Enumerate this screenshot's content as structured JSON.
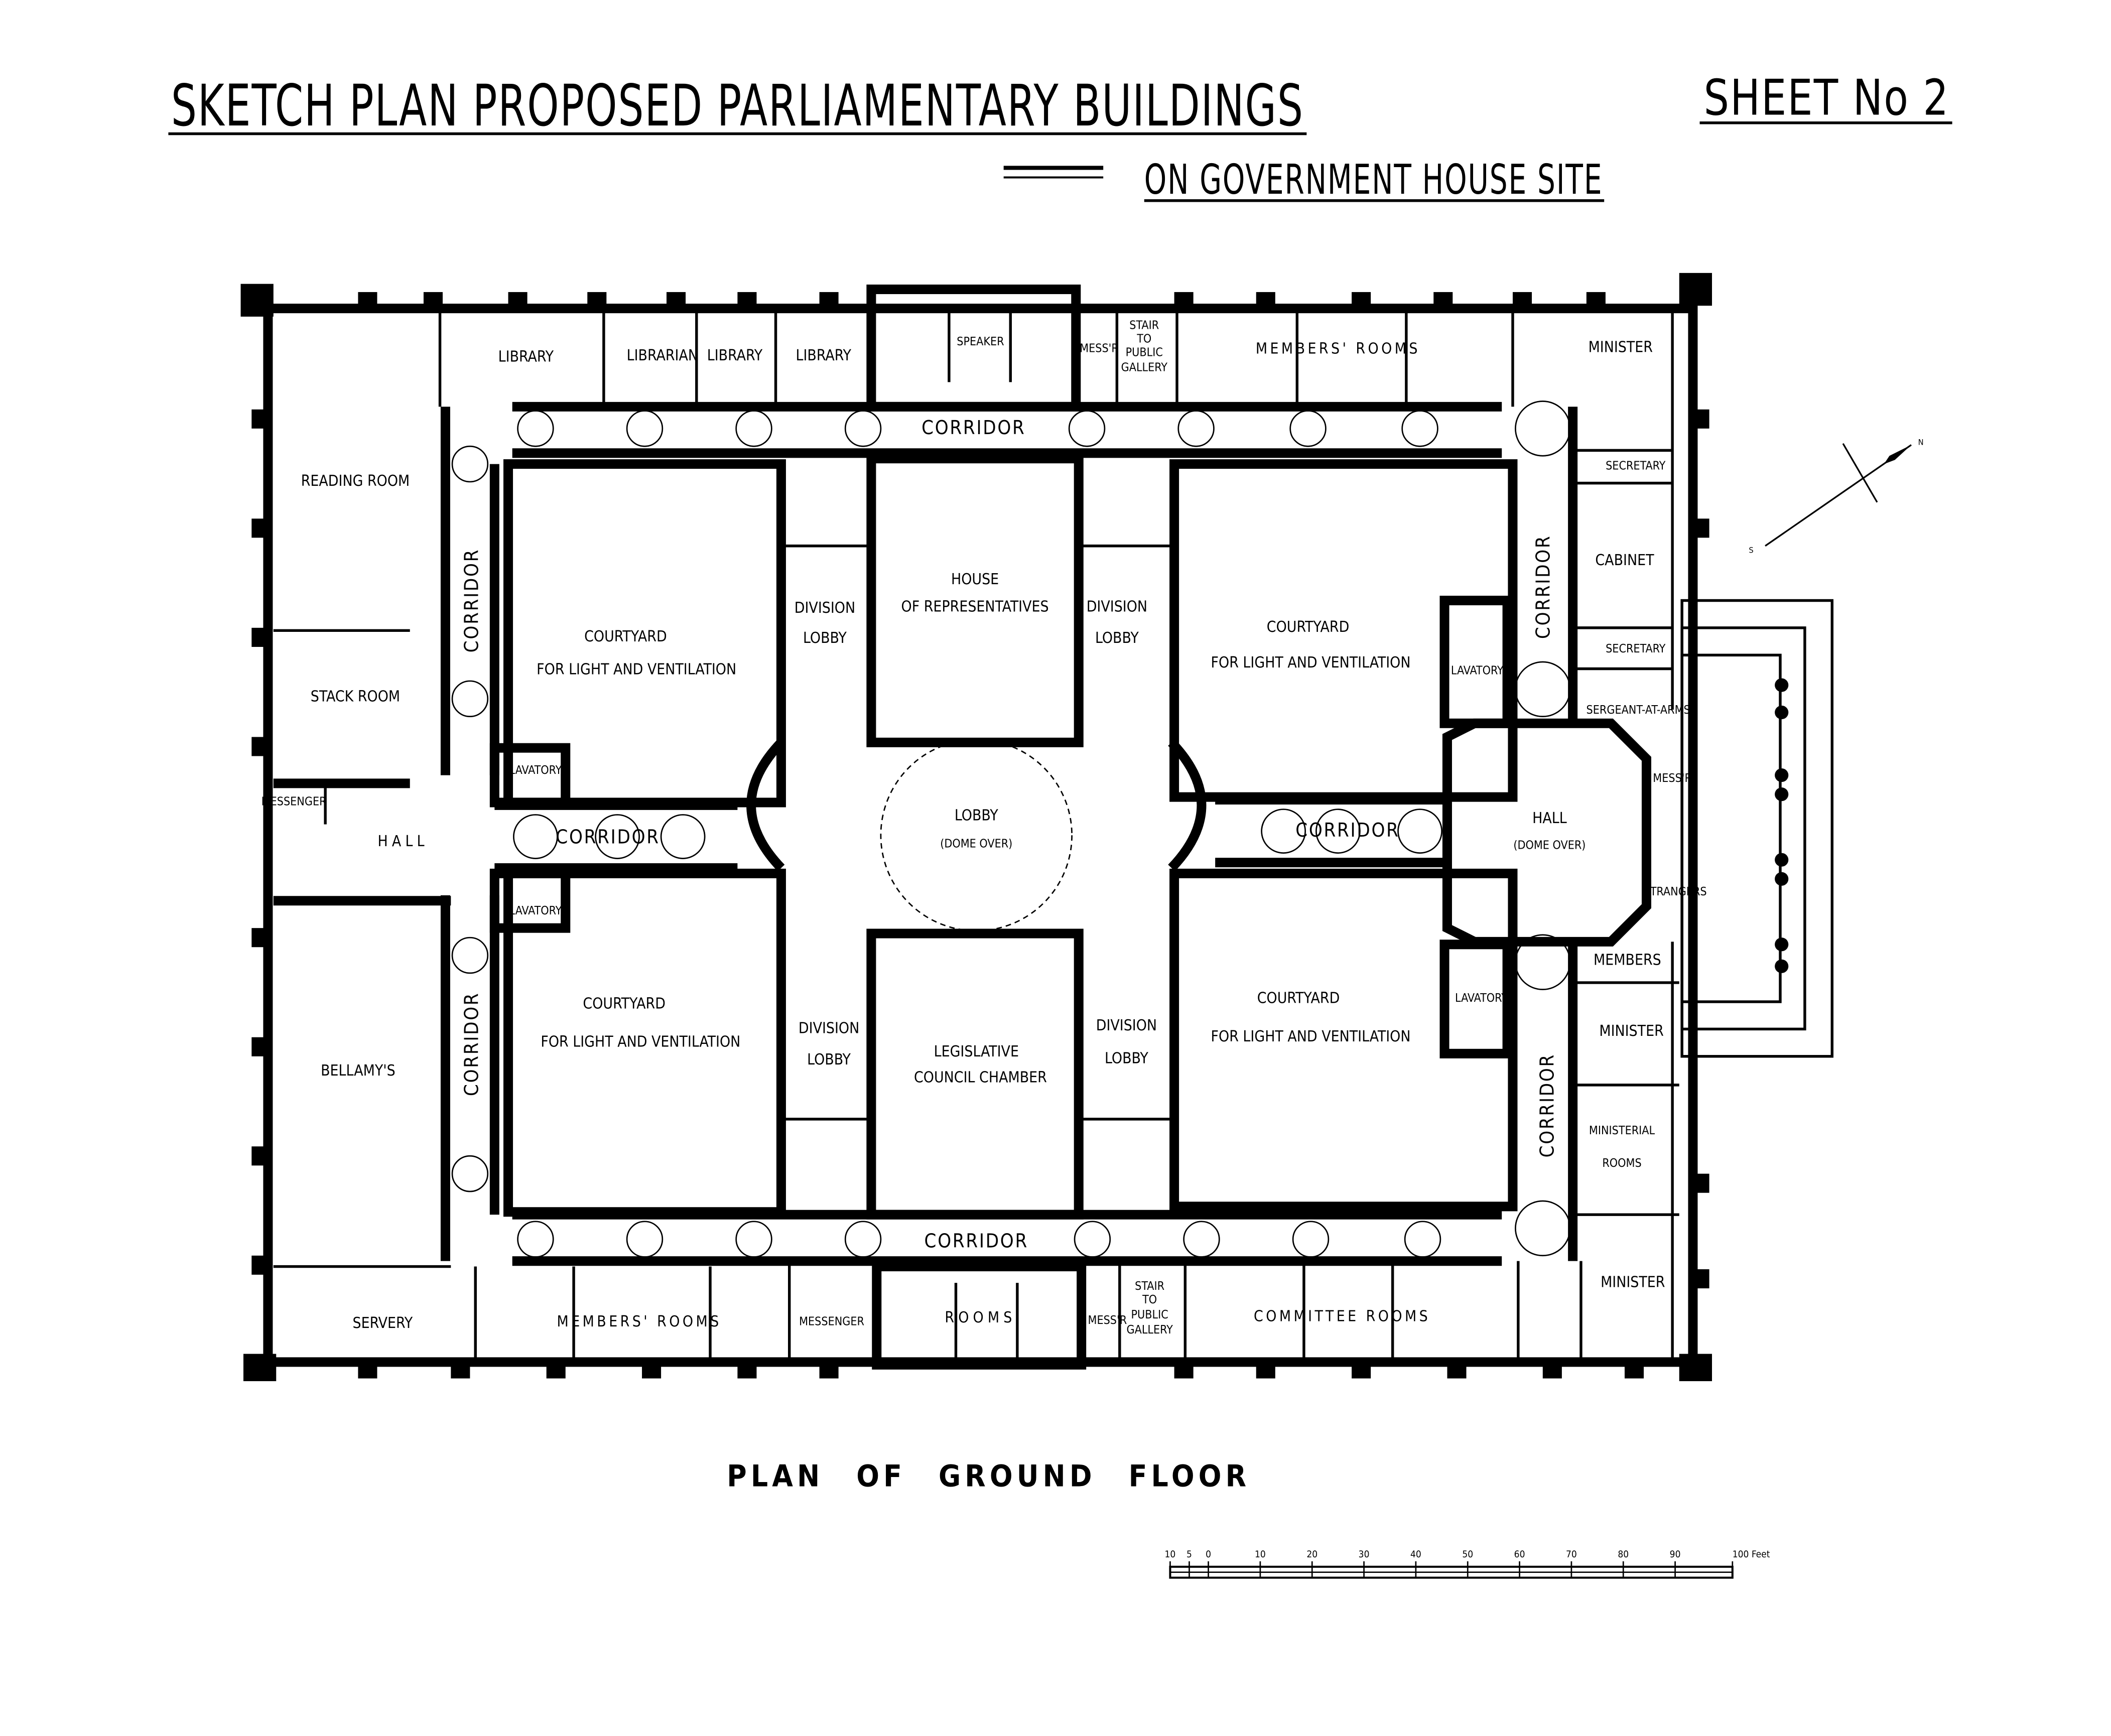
{
  "header": {
    "title": "SKETCH PLAN PROPOSED PARLIAMENTARY BUILDINGS",
    "subtitle": "ON GOVERNMENT HOUSE SITE",
    "sheet": "SHEET No 2"
  },
  "plan_title": "PLAN OF GROUND FLOOR",
  "compass": {
    "north": "N",
    "south": "S"
  },
  "scale_bar": {
    "ticks": [
      "10",
      "5",
      "0",
      "10",
      "20",
      "30",
      "40",
      "50",
      "60",
      "70",
      "80",
      "90",
      "100 Feet"
    ]
  },
  "rooms": {
    "library_1": "LIBRARY",
    "librarian": "LIBRARIAN",
    "library_2": "LIBRARY",
    "library_3": "LIBRARY",
    "speaker": "SPEAKER",
    "messr_top": "MESS'R",
    "stair_top": [
      "STAIR",
      "TO",
      "PUBLIC",
      "GALLERY"
    ],
    "members_rooms_top": "MEMBERS' ROOMS",
    "minister_top": "MINISTER",
    "corridor_top": "CORRIDOR",
    "reading_room": "READING ROOM",
    "stack_room": "STACK ROOM",
    "corridor_left_upper": "CORRIDOR",
    "corridor_left_lower": "CORRIDOR",
    "courtyard_line1": "COURTYARD",
    "courtyard_line2": "FOR LIGHT AND VENTILATION",
    "division_lobby": [
      "DIVISION",
      "LOBBY"
    ],
    "house_of_reps": [
      "HOUSE",
      "OF REPRESENTATIVES"
    ],
    "lavatory": "LAVATORY",
    "corridor_right_upper": "CORRIDOR",
    "corridor_right_lower": "CORRIDOR",
    "secretary_1": "SECRETARY",
    "cabinet": "CABINET",
    "secretary_2": "SECRETARY",
    "sergeant_at_arms": "SERGEANT-AT-ARMS",
    "messenger_left": "MESSENGER",
    "hall_left": "HALL",
    "corridor_mid_left": "CORRIDOR",
    "lobby": [
      "LOBBY",
      "(DOME OVER)"
    ],
    "corridor_mid_right": "CORRIDOR",
    "hall_right": [
      "HALL",
      "(DOME OVER)"
    ],
    "messr_right": "MESS'R",
    "strangers": "STRANGERS",
    "members": "MEMBERS",
    "minister_mid": "MINISTER",
    "bellamys": "BELLAMY'S",
    "legislative_council": [
      "LEGISLATIVE",
      "COUNCIL CHAMBER"
    ],
    "ministerial_rooms": [
      "MINISTERIAL",
      "ROOMS"
    ],
    "corridor_bottom": "CORRIDOR",
    "minister_bottom": "MINISTER",
    "servery": "SERVERY",
    "members_rooms_bottom": "MEMBERS' ROOMS",
    "messenger_bottom": "MESSENGER",
    "rooms_bottom": "ROOMS",
    "messr_bottom": "MESS'R",
    "stair_bottom": [
      "STAIR",
      "TO",
      "PUBLIC",
      "GALLERY"
    ],
    "committee_rooms": "COMMITTEE ROOMS"
  }
}
